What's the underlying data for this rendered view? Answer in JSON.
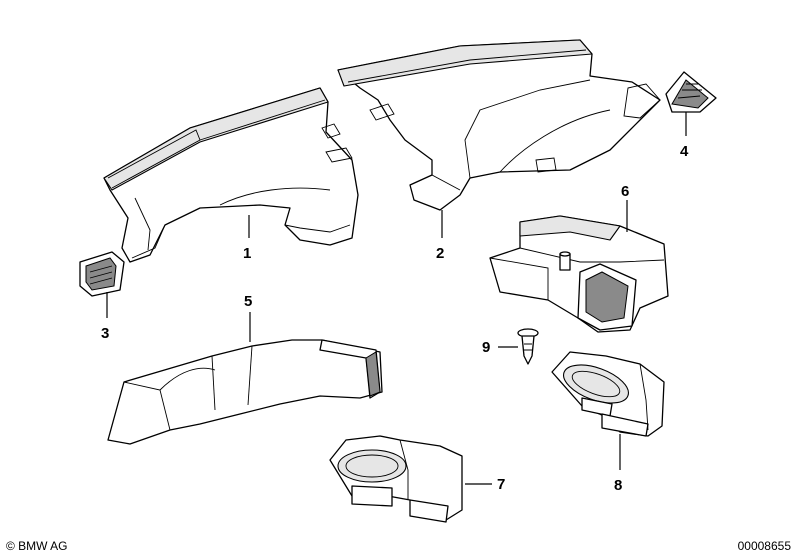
{
  "callouts": [
    "1",
    "2",
    "3",
    "4",
    "5",
    "6",
    "7",
    "8",
    "9"
  ],
  "footer": {
    "copyright": "© BMW AG",
    "doc_number": "00008655"
  }
}
